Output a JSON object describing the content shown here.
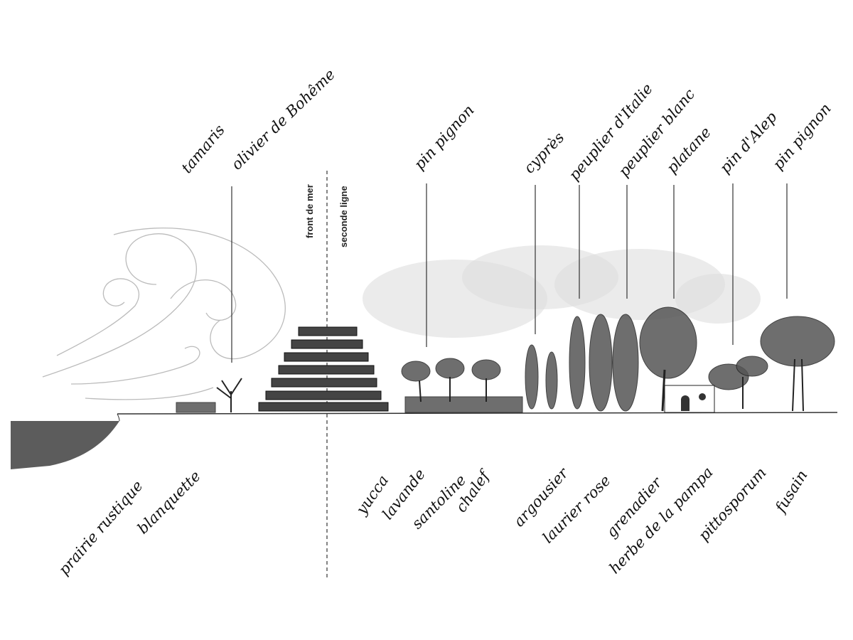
{
  "zones": {
    "front": "front de mer",
    "second": "seconde ligne"
  },
  "top_labels": [
    "tamaris",
    "olivier de Bohême",
    "pin pignon",
    "cyprès",
    "peuplier d'Italie",
    "peuplier blanc",
    "platane",
    "pin d'Alep",
    "pin pignon"
  ],
  "bottom_labels": [
    "prairie rustique",
    "blanquette",
    "yucca",
    "lavande",
    "santoline",
    "chalef",
    "argousier",
    "laurier rose",
    "grenadier",
    "herbe de la pampa",
    "pittosporum",
    "fusain"
  ]
}
